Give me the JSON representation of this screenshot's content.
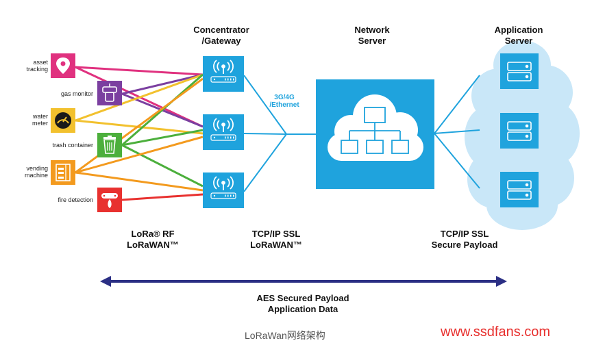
{
  "headers": {
    "gateway": "Concentrator\n/Gateway",
    "network_server": "Network\nServer",
    "app_server": "Application\nServer"
  },
  "devices": [
    {
      "label": "asset\ntracking",
      "icon": "map-pin-icon",
      "color": "#e0317f"
    },
    {
      "label": "gas monitor",
      "icon": "gas-icon",
      "color": "#7b3fa0"
    },
    {
      "label": "water\nmeter",
      "icon": "gauge-icon",
      "color": "#f2c12e"
    },
    {
      "label": "trash container",
      "icon": "trash-icon",
      "color": "#4caf3c"
    },
    {
      "label": "vending\nmachine",
      "icon": "vending-icon",
      "color": "#f39a1e"
    },
    {
      "label": "fire detection",
      "icon": "fire-icon",
      "color": "#e8312f"
    }
  ],
  "link_label": "3G/4G\n/Ethernet",
  "bottom_labels": {
    "rf": "LoRa® RF\nLoRaWAN™",
    "tcp_lorawan": "TCP/IP SSL\nLoRaWAN™",
    "tcp_secure": "TCP/IP SSL\nSecure Payload"
  },
  "arrow_label": "AES Secured Payload\nApplication Data",
  "caption": "LoRaWan网络架构",
  "watermark": "www.ssdfans.com",
  "colors": {
    "accent": "#1fa3dd",
    "cloud": "#c9e7f8",
    "arrow": "#2b2f84"
  }
}
